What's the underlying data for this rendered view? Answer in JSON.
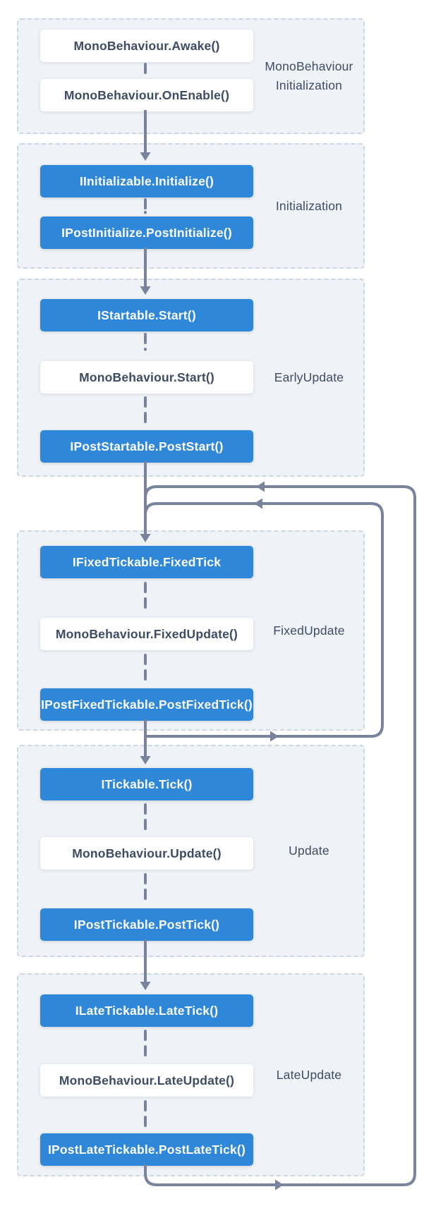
{
  "theme": {
    "canvas_bg": "#ffffff",
    "section_bg": "#eff2f6",
    "section_border": "#ccd7e2",
    "blue": "#2e87d9",
    "ink": "#3d4c63",
    "arrow": "#78849b"
  },
  "sections": [
    {
      "label": "MonoBehaviour Initialization",
      "items": [
        {
          "text": "MonoBehaviour.Awake()",
          "variant": "white"
        },
        {
          "text": "MonoBehaviour.OnEnable()",
          "variant": "white"
        }
      ]
    },
    {
      "label": "Initialization",
      "items": [
        {
          "text": "IInitializable.Initialize()",
          "variant": "blue"
        },
        {
          "text": "IPostInitialize.PostInitialize()",
          "variant": "blue"
        }
      ]
    },
    {
      "label": "EarlyUpdate",
      "items": [
        {
          "text": "IStartable.Start()",
          "variant": "blue"
        },
        {
          "text": "MonoBehaviour.Start()",
          "variant": "white"
        },
        {
          "text": "IPostStartable.PostStart()",
          "variant": "blue"
        }
      ]
    },
    {
      "label": "FixedUpdate",
      "items": [
        {
          "text": "IFixedTickable.FixedTick",
          "variant": "blue"
        },
        {
          "text": "MonoBehaviour.FixedUpdate()",
          "variant": "white"
        },
        {
          "text": "IPostFixedTickable.PostFixedTick()",
          "variant": "blue"
        }
      ]
    },
    {
      "label": "Update",
      "items": [
        {
          "text": "ITickable.Tick()",
          "variant": "blue"
        },
        {
          "text": "MonoBehaviour.Update()",
          "variant": "white"
        },
        {
          "text": "IPostTickable.PostTick()",
          "variant": "blue"
        }
      ]
    },
    {
      "label": "LateUpdate",
      "items": [
        {
          "text": "ILateTickable.LateTick()",
          "variant": "blue"
        },
        {
          "text": "MonoBehaviour.LateUpdate()",
          "variant": "white"
        },
        {
          "text": "IPostLateTickable.PostLateTick()",
          "variant": "blue"
        }
      ]
    }
  ]
}
